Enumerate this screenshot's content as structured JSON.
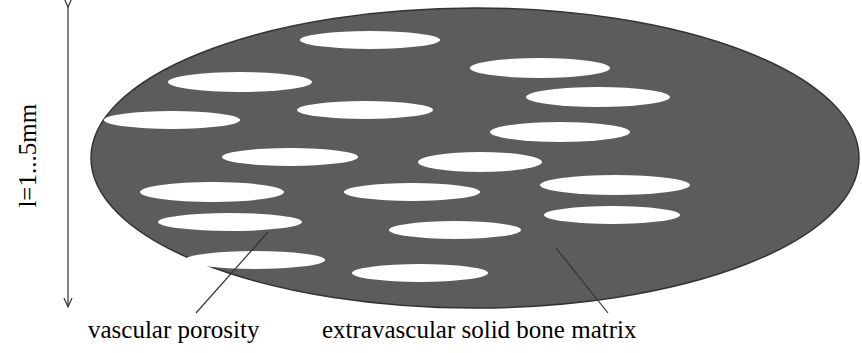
{
  "diagram": {
    "labels": [
      "l=1...5mm",
      "vascular porosity",
      "extravascular solid bone matrix"
    ]
  }
}
